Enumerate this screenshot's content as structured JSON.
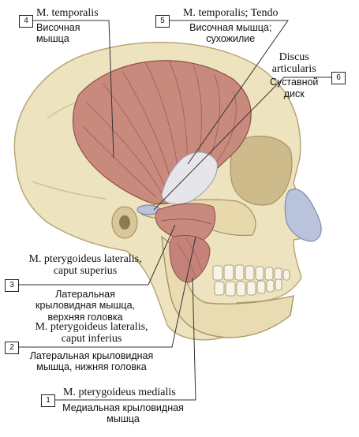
{
  "labels": [
    {
      "num": "4",
      "latin": "M. temporalis",
      "russian": [
        "Височная",
        "мышца"
      ]
    },
    {
      "num": "5",
      "latin": "M. temporalis; Tendo",
      "russian": [
        "Височная мышца;",
        "сухожилие"
      ]
    },
    {
      "num": "6",
      "latin": [
        "Discus",
        "articularis"
      ],
      "russian": [
        "Суставной",
        "диск"
      ]
    },
    {
      "num": "3",
      "latin": [
        "M. pterygoideus lateralis,",
        "caput superius"
      ],
      "russian": [
        "Латеральная",
        "крыловидная мышца,",
        "верхняя головка"
      ]
    },
    {
      "num": "2",
      "latin": [
        "M. pterygoideus lateralis,",
        "caput inferius"
      ],
      "russian": [
        "Латеральная крыловидная",
        "мышца, нижняя головка"
      ]
    },
    {
      "num": "1",
      "latin": "M. pterygoideus medialis",
      "russian": [
        "Медиальная крыловидная",
        "мышца"
      ]
    }
  ],
  "colors": {
    "bone": "#eee3bf",
    "bone_shade": "#d7c79a",
    "muscle": "#c98a7e",
    "muscle_stripe": "#a9615a",
    "tendon": "#e6e6ea",
    "cartilage": "#b9c3dc",
    "leader": "#333333"
  }
}
